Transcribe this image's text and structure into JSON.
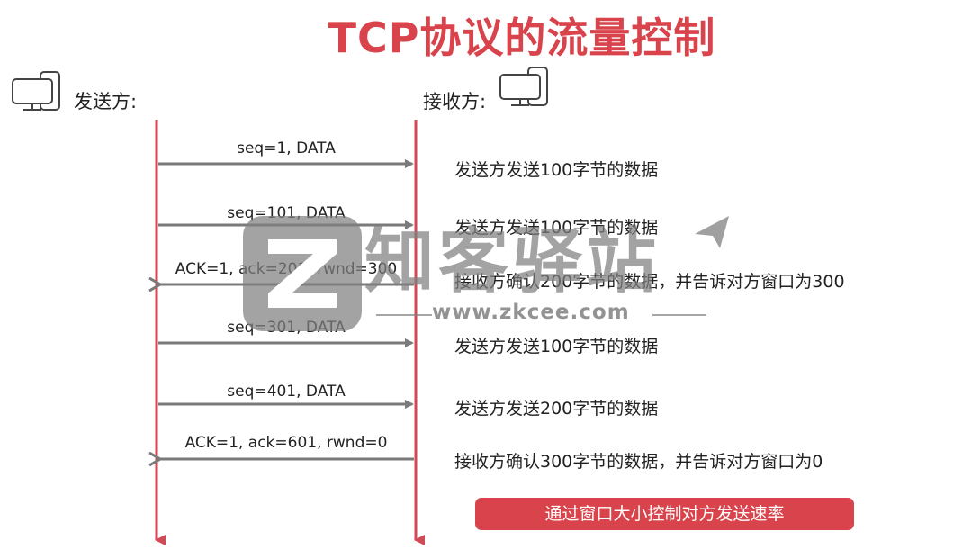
{
  "title": "TCP协议的流量控制",
  "sender": {
    "label": "发送方:",
    "icon": "computer-icon"
  },
  "receiver": {
    "label": "接收方:",
    "icon": "computer-icon"
  },
  "messages": [
    {
      "label": "seq=1, DATA",
      "direction": "sender-to-receiver",
      "note": "发送方发送100字节的数据"
    },
    {
      "label": "seq=101, DATA",
      "direction": "sender-to-receiver",
      "note": "发送方发送100字节的数据"
    },
    {
      "label": "ACK=1, ack=201, rwnd=300",
      "direction": "receiver-to-sender",
      "note": "接收方确认200字节的数据，并告诉对方窗口为300"
    },
    {
      "label": "seq=301, DATA",
      "direction": "sender-to-receiver",
      "note": "发送方发送100字节的数据"
    },
    {
      "label": "seq=401, DATA",
      "direction": "sender-to-receiver",
      "note": "发送方发送200字节的数据"
    },
    {
      "label": "ACK=1, ack=601, rwnd=0",
      "direction": "receiver-to-sender",
      "note": "接收方确认300字节的数据，并告诉对方窗口为0"
    }
  ],
  "callout": "通过窗口大小控制对方发送速率",
  "watermark": {
    "brand": "知客驿站",
    "url": "www.zkcee.com"
  },
  "colors": {
    "accent": "#d9434b",
    "arrow": "#7a7a7a",
    "timeline": "#d14a55"
  }
}
